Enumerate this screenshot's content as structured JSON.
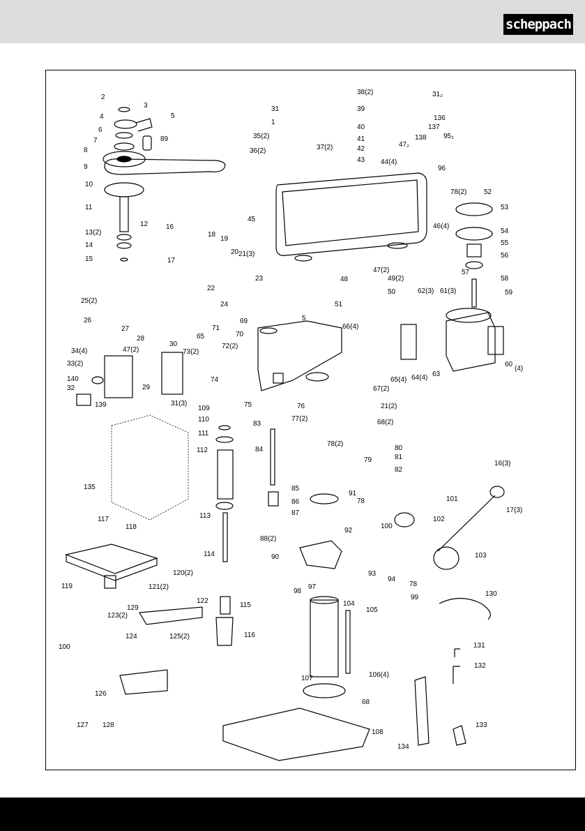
{
  "brand": {
    "logo_text": "scheppach"
  },
  "diagram": {
    "type": "exploded-parts-view",
    "labels": [
      "2",
      "3",
      "4",
      "5",
      "6",
      "89",
      "7",
      "8",
      "9",
      "10",
      "11",
      "12",
      "13(2)",
      "14",
      "15",
      "16",
      "18",
      "19",
      "20",
      "21(3)",
      "17",
      "22",
      "23",
      "24",
      "25(2)",
      "26",
      "27",
      "28",
      "31",
      "1",
      "35(2)",
      "36(2)",
      "37(2)",
      "38(2)",
      "39",
      "40",
      "41",
      "42",
      "43",
      "44(4)",
      "31₂",
      "136",
      "137",
      "138",
      "47₂",
      "95₂",
      "96",
      "78(2)",
      "52",
      "53",
      "54",
      "55",
      "56",
      "57",
      "58",
      "59",
      "45",
      "46(4)",
      "47(2)",
      "49(2)",
      "48",
      "50",
      "51",
      "62(3)",
      "61(3)",
      "69",
      "5",
      "66(4)",
      "71",
      "65",
      "70",
      "72(2)",
      "73(2)",
      "34(4)",
      "47(2)",
      "30",
      "33(2)",
      "140",
      "29",
      "32",
      "139",
      "31(3)",
      "74",
      "75",
      "76",
      "67(2)",
      "21(2)",
      "77(2)",
      "68(2)",
      "65(4)",
      "64(4)",
      "63",
      "60",
      "(4)",
      "109",
      "110",
      "111",
      "83",
      "112",
      "84",
      "78(2)",
      "79",
      "80",
      "81",
      "82",
      "135",
      "85",
      "86",
      "87",
      "91",
      "78",
      "113",
      "117",
      "118",
      "101",
      "102",
      "16(3)",
      "17(3)",
      "100",
      "88(2)",
      "92",
      "90",
      "103",
      "114",
      "119",
      "120(2)",
      "93",
      "97",
      "94",
      "78",
      "98",
      "121(2)",
      "130",
      "99",
      "122",
      "115",
      "104",
      "105",
      "129",
      "123(2)",
      "124",
      "125(2)",
      "116",
      "131",
      "100",
      "132",
      "106(4)",
      "126",
      "107",
      "68",
      "127",
      "128",
      "133",
      "108",
      "134"
    ]
  }
}
